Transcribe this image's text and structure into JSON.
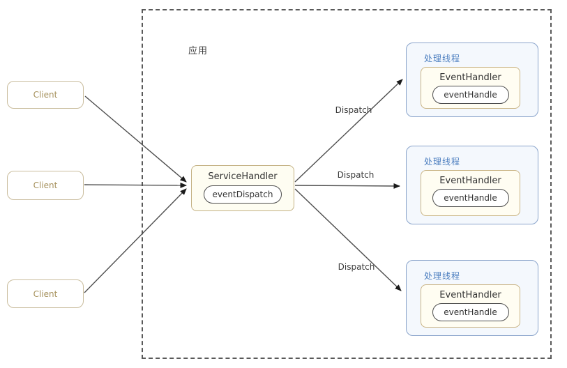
{
  "diagram": {
    "title_label": "应用",
    "clients": [
      {
        "label": "Client"
      },
      {
        "label": "Client"
      },
      {
        "label": "Client"
      }
    ],
    "service_handler": {
      "title": "ServiceHandler",
      "inner_label": "eventDispatch"
    },
    "threads": [
      {
        "label": "处理线程",
        "handler_title": "EventHandler",
        "handler_inner": "eventHandle"
      },
      {
        "label": "处理线程",
        "handler_title": "EventHandler",
        "handler_inner": "eventHandle"
      },
      {
        "label": "处理线程",
        "handler_title": "EventHandler",
        "handler_inner": "eventHandle"
      }
    ],
    "arrow_labels": [
      "Dispatch",
      "Dispatch",
      "Dispatch"
    ],
    "colors": {
      "client_border": "#c9bc9c",
      "client_text": "#a6915c",
      "service_border": "#c3b183",
      "service_background": "#fefdf2",
      "thread_border": "#8aa4cb",
      "thread_background": "#f4f8fd",
      "thread_label_text": "#4a7dbf",
      "handler_border": "#c9b384",
      "handler_background": "#fffdf2",
      "pill_border": "#4d4d4d",
      "arrow_line": "#4d4d4d",
      "arrowhead": "#1a1a1a",
      "dashed_border": "#595959",
      "dark_text": "#333333"
    }
  }
}
